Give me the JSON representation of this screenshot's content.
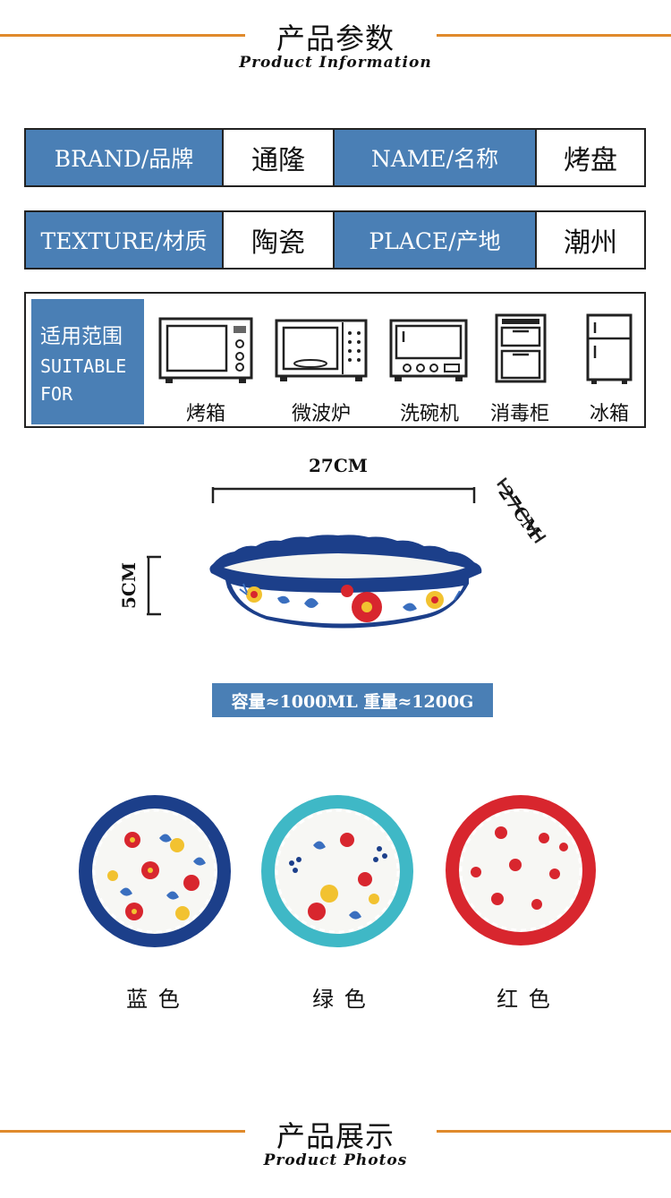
{
  "info_header": {
    "cn": "产品参数",
    "en": "Product Information"
  },
  "params": [
    [
      {
        "label": "BRAND/品牌",
        "value": "通隆"
      },
      {
        "label": "NAME/名称",
        "value": "烤盘"
      }
    ],
    [
      {
        "label": "TEXTURE/材质",
        "value": "陶瓷"
      },
      {
        "label": "PLACE/产地",
        "value": "潮州"
      }
    ]
  ],
  "suitable": {
    "cn": "适用范围",
    "en": "SUITABLE FOR",
    "items": [
      {
        "name": "烤箱",
        "icon": "oven-icon"
      },
      {
        "name": "微波炉",
        "icon": "microwave-icon"
      },
      {
        "name": "洗碗机",
        "icon": "dishwasher-icon"
      },
      {
        "name": "消毒柜",
        "icon": "sterilizer-cabinet-icon"
      },
      {
        "name": "冰箱",
        "icon": "refrigerator-icon"
      }
    ]
  },
  "dimensions": {
    "width": "27CM",
    "depth": "27CM",
    "height": "5CM"
  },
  "capacity": "容量≈1000ML 重量≈1200G",
  "colors": [
    {
      "label": "蓝 色",
      "rim": "#1c3f8a"
    },
    {
      "label": "绿 色",
      "rim": "#3fb8c6"
    },
    {
      "label": "红 色",
      "rim": "#d8262e"
    }
  ],
  "photos_header": {
    "cn": "产品展示",
    "en": "Product Photos"
  },
  "accent_colors": {
    "blue": "#4a7fb5",
    "orange": "#e08a2c"
  }
}
